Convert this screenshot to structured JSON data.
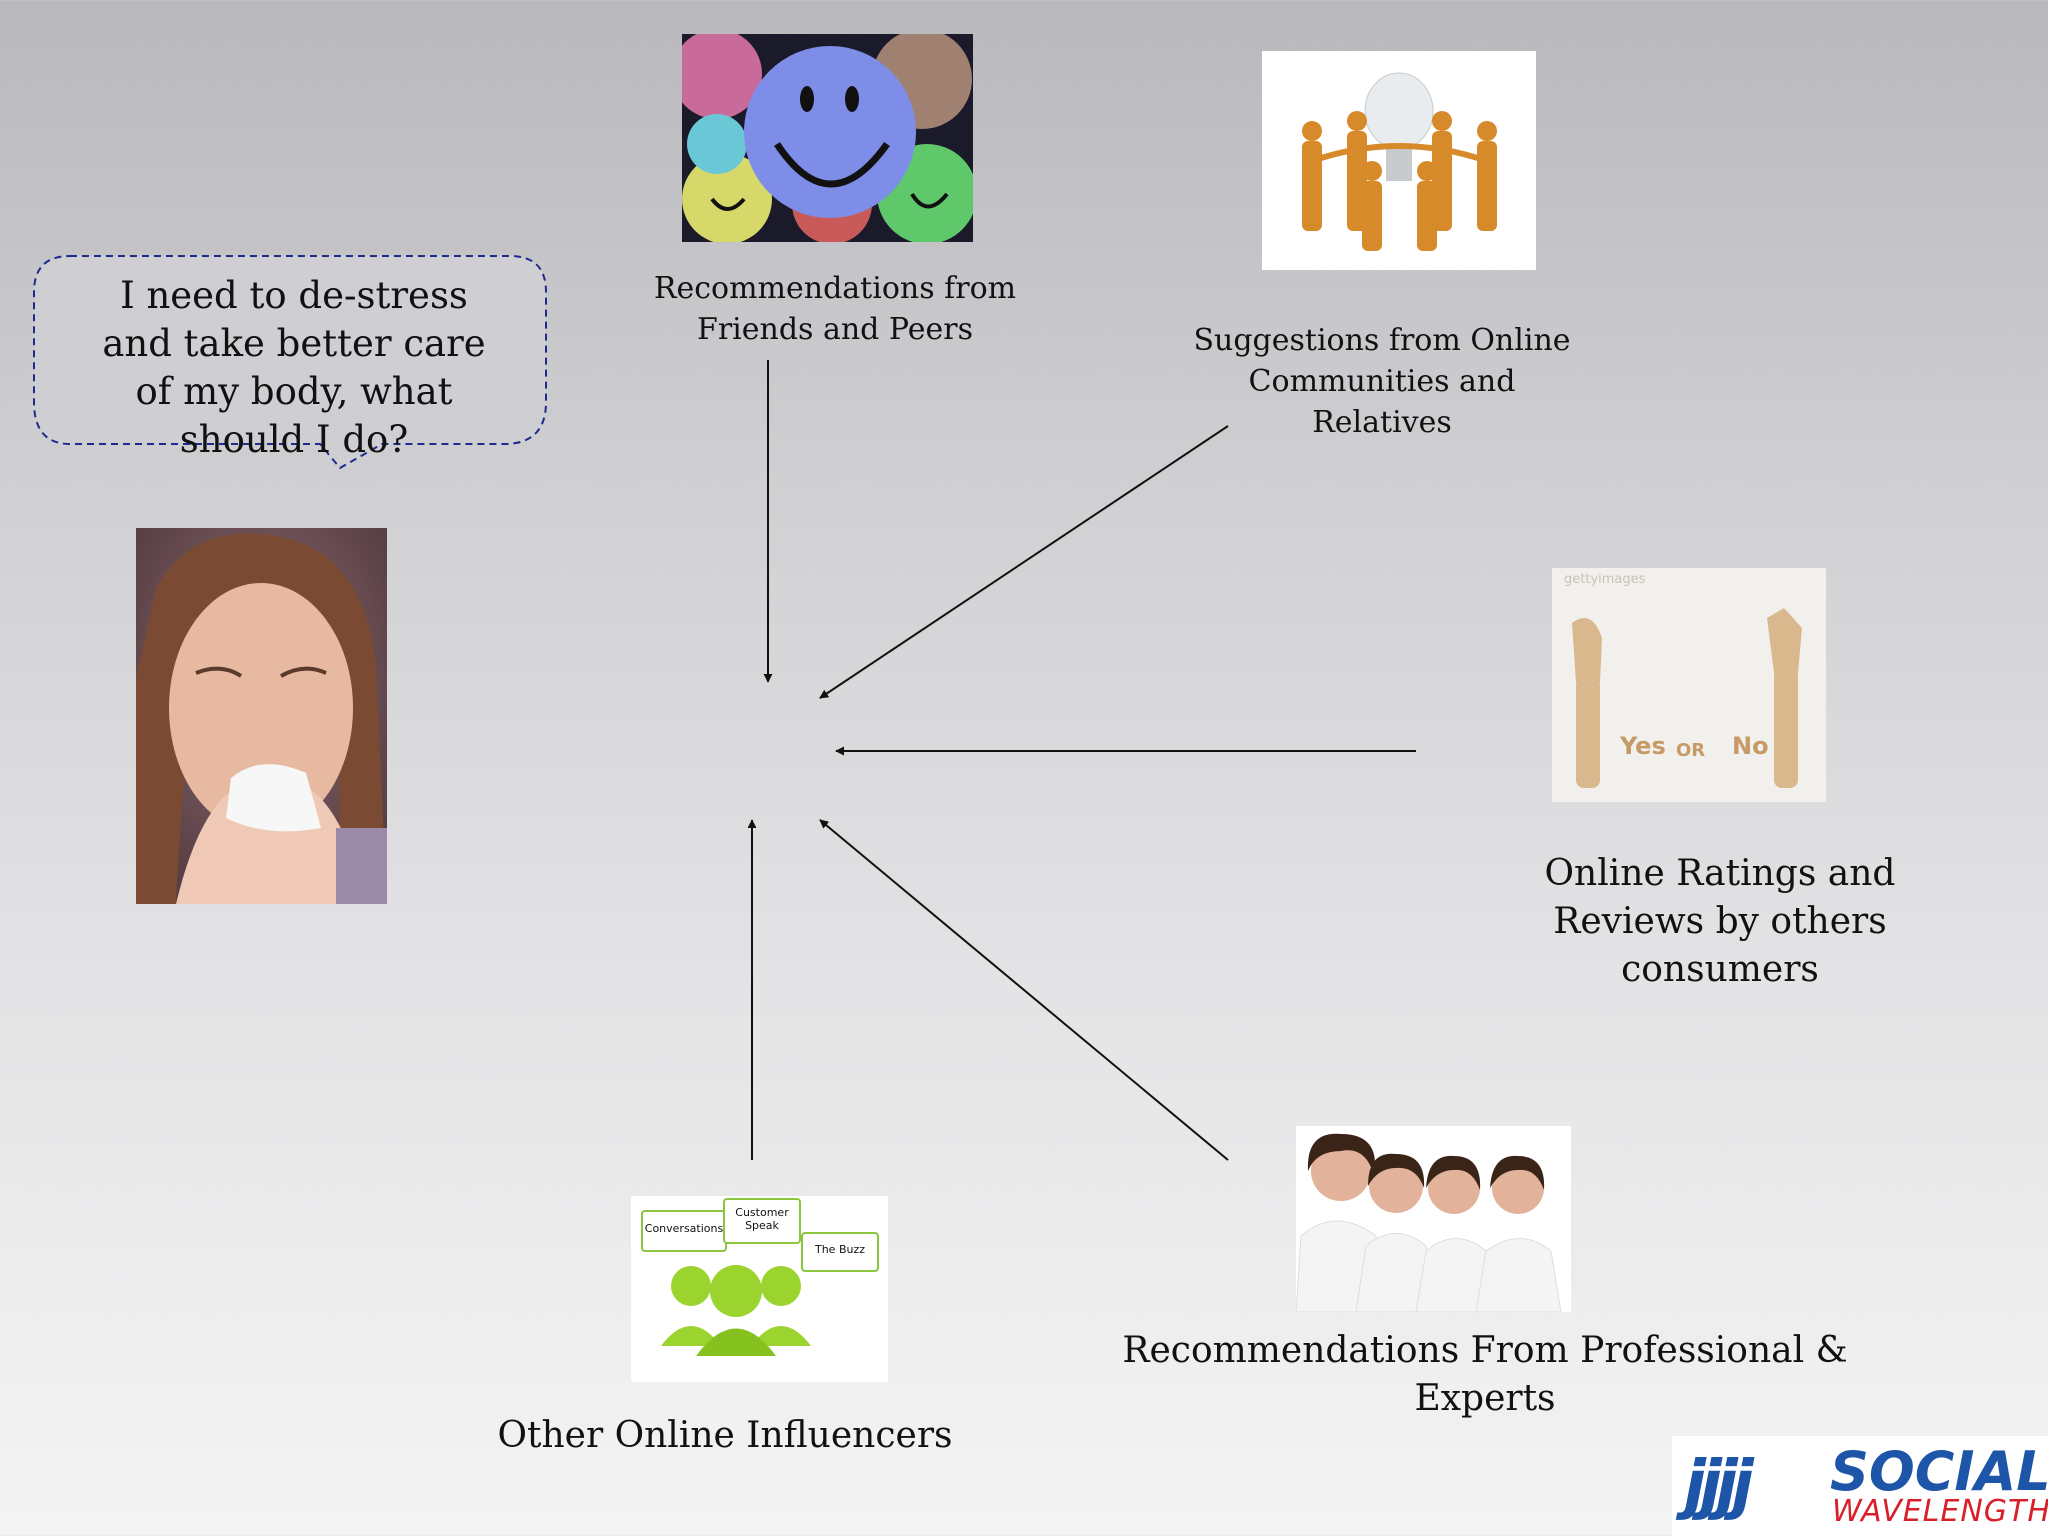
{
  "speech_bubble": {
    "text": "I need to de-stress and take better care of my body, what should I do?"
  },
  "influences": {
    "friends": "Recommendations from Friends and Peers",
    "communities": "Suggestions from Online Communities and Relatives",
    "ratings": "Online Ratings and Reviews by others consumers",
    "professionals": "Recommendations From Professional & Experts",
    "online_influencers": "Other Online Influencers"
  },
  "buzz_graphic": {
    "bubble1": "Conversations",
    "bubble2": "Customer Speak",
    "bubble3": "The Buzz"
  },
  "ratings_graphic": {
    "watermark": "gettyimages",
    "yes": "Yes",
    "or": "OR",
    "no": "No"
  },
  "logo": {
    "mark": "jjjj",
    "line1": "SOCIAL",
    "line2": "WAVELENGTH"
  },
  "colors": {
    "bubble_border": "#1e2a8c",
    "logo_blue": "#1d55a8",
    "logo_red": "#d8202a"
  }
}
